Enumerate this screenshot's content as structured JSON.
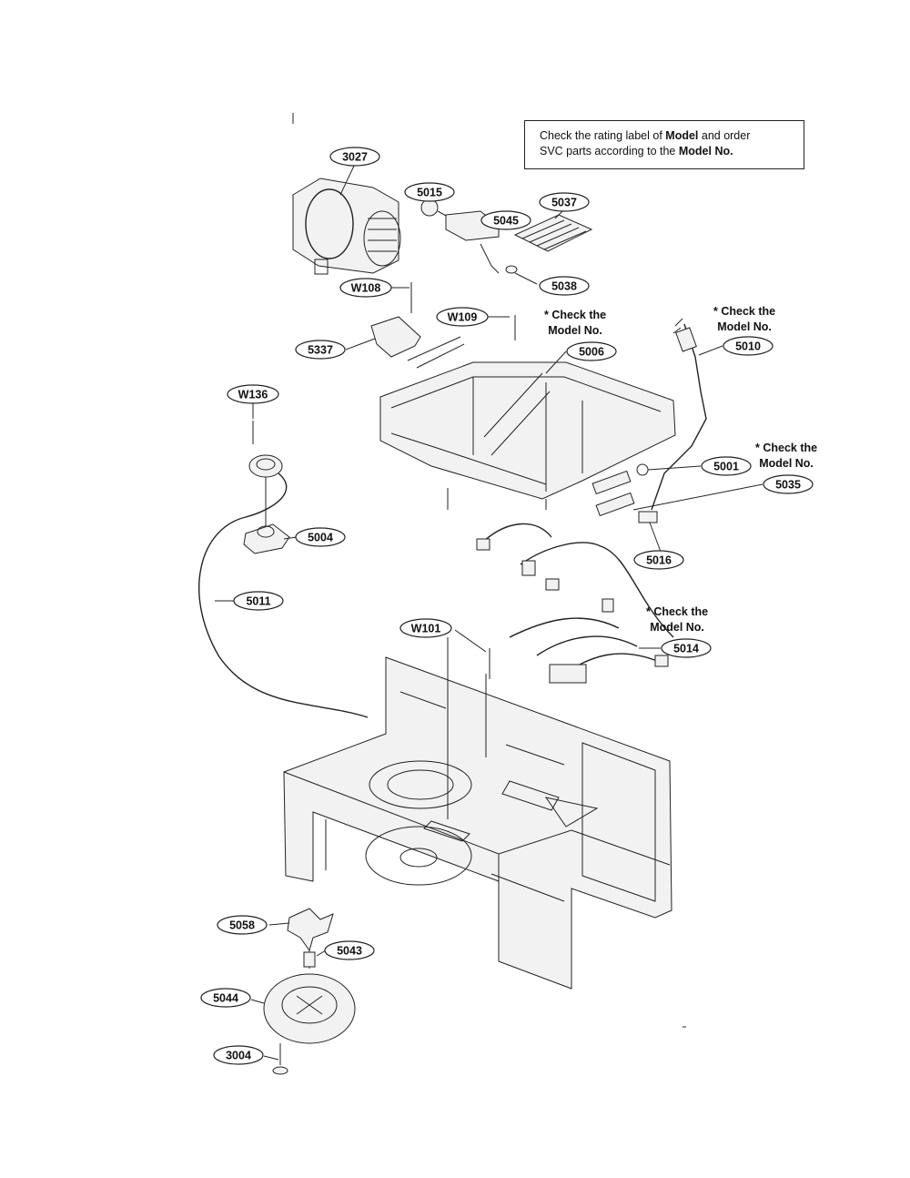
{
  "note": {
    "pre1": "Check the rating label of ",
    "bold1": "Model",
    "mid1": " and order",
    "pre2": "SVC parts according to the ",
    "bold2": "Model No."
  },
  "callouts": [
    {
      "line1": "* Check the",
      "line2": "Model No."
    },
    {
      "line1": "* Check the",
      "line2": "Model No."
    },
    {
      "line1": "* Check the",
      "line2": "Model No."
    },
    {
      "line1": "* Check the",
      "line2": "Model No."
    }
  ],
  "part_labels": [
    {
      "id": "3027"
    },
    {
      "id": "5015"
    },
    {
      "id": "5045"
    },
    {
      "id": "5037"
    },
    {
      "id": "5038"
    },
    {
      "id": "W108"
    },
    {
      "id": "W109"
    },
    {
      "id": "5337"
    },
    {
      "id": "5006"
    },
    {
      "id": "5010"
    },
    {
      "id": "W136"
    },
    {
      "id": "5001"
    },
    {
      "id": "5035"
    },
    {
      "id": "5004"
    },
    {
      "id": "5016"
    },
    {
      "id": "5011"
    },
    {
      "id": "W101"
    },
    {
      "id": "5014"
    },
    {
      "id": "5058"
    },
    {
      "id": "5043"
    },
    {
      "id": "5044"
    },
    {
      "id": "3004"
    }
  ]
}
